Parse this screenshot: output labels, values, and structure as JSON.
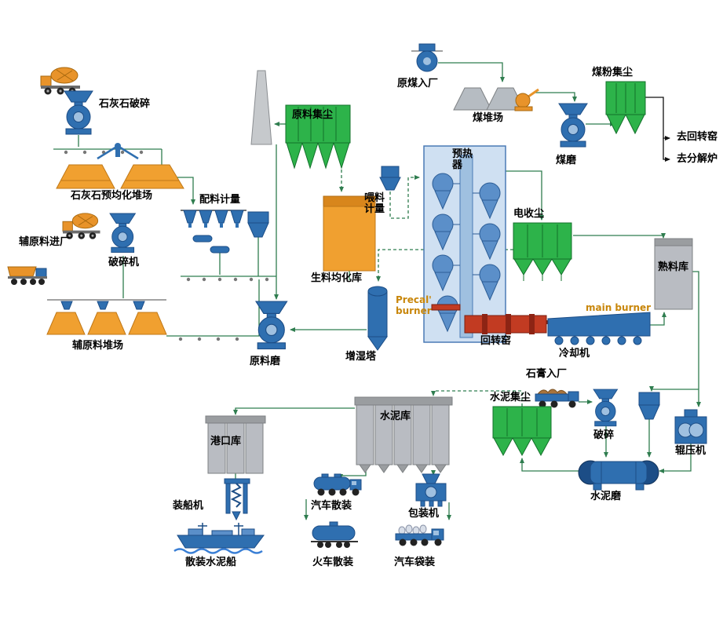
{
  "labels": {
    "limestone_crushing": "石灰石破碎",
    "limestone_yard": "石灰石预均化堆场",
    "batching": "配料计量",
    "aux_entry": "辅原料进厂",
    "crusher_machine": "破碎机",
    "aux_yard": "辅原料堆场",
    "raw_dust": "原料集尘",
    "raw_meal_silo": "生料均化库",
    "feeding": "喂料计量",
    "preheater": "预热器",
    "coal_entry": "原煤入厂",
    "coal_yard": "煤堆场",
    "coal_dust": "煤粉集尘",
    "coal_mill": "煤磨",
    "to_kiln": "去回转窑",
    "to_calciner": "去分解炉",
    "esp": "电收尘",
    "clinker_silo": "熟料库",
    "precal_burner_line1": "Precal'",
    "precal_burner_line2": "burner",
    "main_burner": "main burner",
    "kiln": "回转窑",
    "cooler": "冷却机",
    "raw_mill": "原料磨",
    "humidifier": "增湿塔",
    "gypsum_entry": "石膏入厂",
    "cement_dust": "水泥集尘",
    "crushing": "破碎",
    "roller_press": "辊压机",
    "cement_mill": "水泥磨",
    "cement_silo": "水泥库",
    "port_silo": "港口库",
    "ship_loader": "装船机",
    "bulk_ship": "散装水泥船",
    "truck_bulk": "汽车散装",
    "train_bulk": "火车散装",
    "packing": "包装机",
    "truck_bagged": "汽车袋装"
  },
  "colors": {
    "equipment_blue": "#2f6fb0",
    "dust_collector_green": "#2db34a",
    "kiln_red": "#c23b22",
    "material_orange": "#f0a030",
    "silo_gray": "#b9bcc2",
    "connector_green": "#2f7d4f",
    "burner_label_orange": "#c8860a"
  }
}
